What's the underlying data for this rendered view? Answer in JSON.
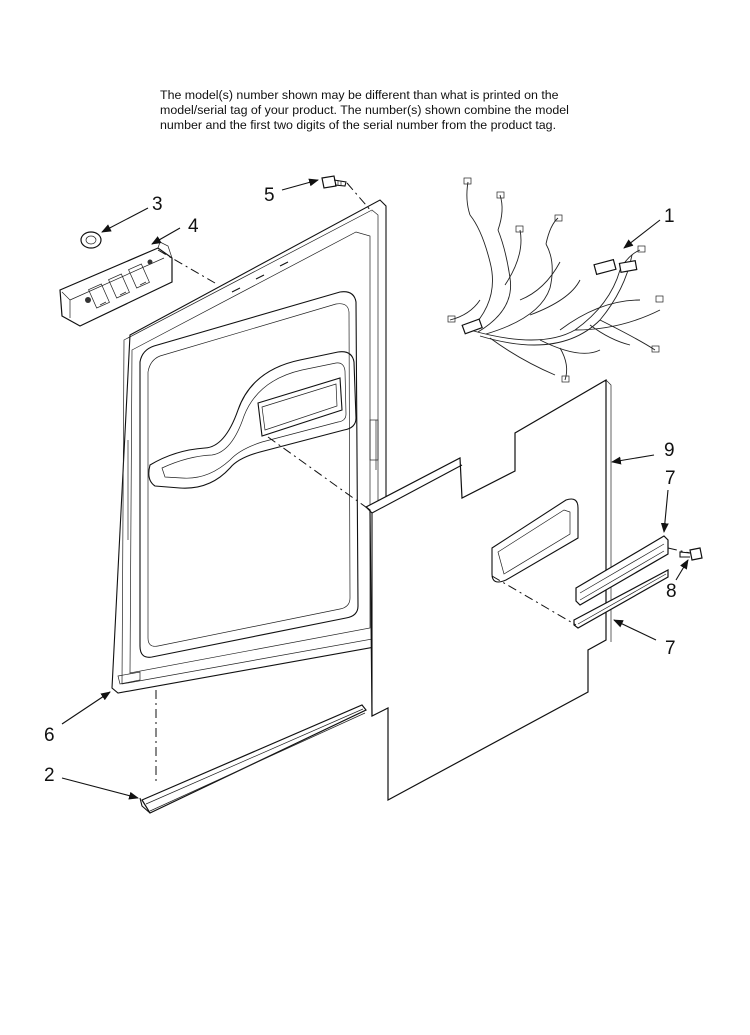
{
  "notice": {
    "line1": "The model(s) number shown may be different than what is printed on the",
    "line2": "model/serial tag of your product. The number(s) shown combine the model",
    "line3": "number and the first two digits of the serial number from the product tag."
  },
  "callouts": {
    "c1": "1",
    "c2": "2",
    "c3": "3",
    "c4": "4",
    "c5": "5",
    "c6": "6",
    "c7a": "7",
    "c7b": "7",
    "c8": "8",
    "c9": "9"
  },
  "parts": [
    {
      "callout": "1",
      "part": "wire-harness"
    },
    {
      "callout": "2",
      "part": "bottom-trim-strip"
    },
    {
      "callout": "3",
      "part": "knob-button"
    },
    {
      "callout": "4",
      "part": "control-module"
    },
    {
      "callout": "5",
      "part": "screw"
    },
    {
      "callout": "6",
      "part": "inner-door-panel"
    },
    {
      "callout": "7",
      "part": "bracket"
    },
    {
      "callout": "8",
      "part": "screw"
    },
    {
      "callout": "9",
      "part": "insulation-panel"
    }
  ]
}
